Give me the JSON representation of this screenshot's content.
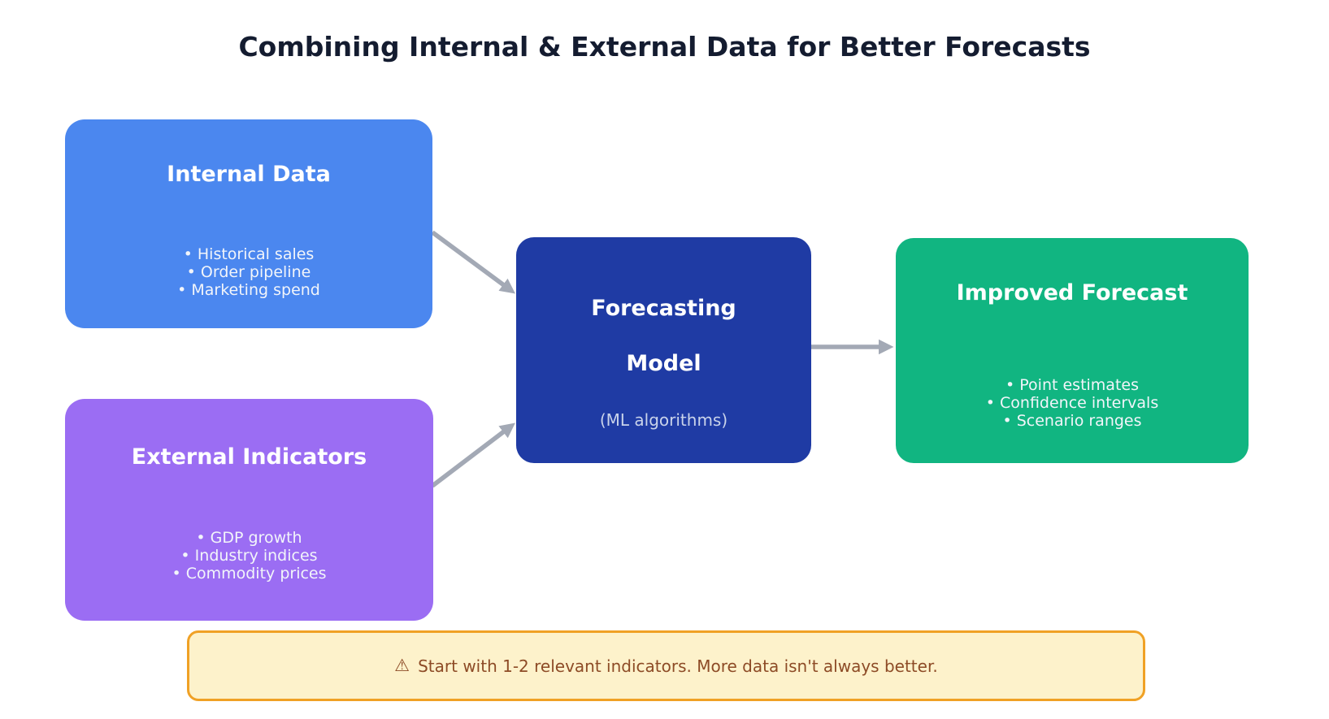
{
  "title": "Combining Internal & External Data for Better Forecasts",
  "boxes": {
    "internal": {
      "title": "Internal Data",
      "bullets": [
        "• Historical sales",
        "• Order pipeline",
        "• Marketing spend"
      ],
      "color": "#4b87ef"
    },
    "external": {
      "title": "External Indicators",
      "bullets": [
        "• GDP growth",
        "• Industry indices",
        "• Commodity prices"
      ],
      "color": "#9b6df3"
    },
    "model": {
      "title_line1": "Forecasting",
      "title_line2": "Model",
      "subtitle": "(ML algorithms)",
      "color": "#1f3ba4"
    },
    "forecast": {
      "title": "Improved Forecast",
      "bullets": [
        "• Point estimates",
        "• Confidence intervals",
        "• Scenario ranges"
      ],
      "color": "#11b581"
    }
  },
  "note": {
    "icon": "⚠",
    "text": "Start with 1-2 relevant indicators. More data isn't always better.",
    "background": "#fdf2cb",
    "border_color": "#f0a125",
    "text_color": "#8d4b26"
  },
  "arrows": {
    "color": "#a3a9b5"
  },
  "colors": {
    "title_text": "#141c30",
    "page_background": "#ffffff"
  }
}
